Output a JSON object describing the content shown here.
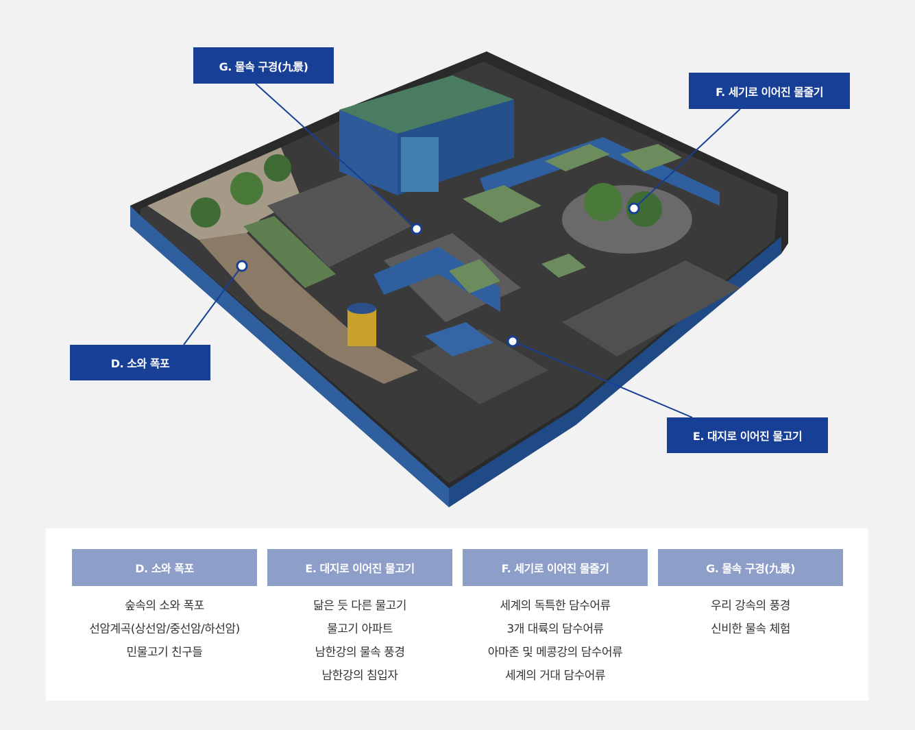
{
  "map": {
    "labels": {
      "g": "G. 물속 구경(九景)",
      "f": "F. 세기로 이어진 물줄기",
      "d": "D. 소와 폭포",
      "e": "E. 대지로 이어진 물고기"
    }
  },
  "colors": {
    "label_bg": "#173f96",
    "header_bg": "#8d9fc9",
    "page_bg": "#f2f2f2"
  },
  "sections": [
    {
      "title": "D. 소와 폭포",
      "items": [
        "숲속의 소와 폭포",
        "선암계곡(상선암/중선암/하선암)",
        "민물고기 친구들"
      ]
    },
    {
      "title": "E. 대지로 이어진 물고기",
      "items": [
        "닮은 듯 다른 물고기",
        "물고기 아파트",
        "남한강의 물속 풍경",
        "남한강의 침입자"
      ]
    },
    {
      "title": "F. 세기로 이어진 물줄기",
      "items": [
        "세계의 독특한 담수어류",
        "3개 대륙의 담수어류",
        "아마존 및 메콩강의 담수어류",
        "세계의 거대 담수어류"
      ]
    },
    {
      "title": "G. 물속 구경(九景)",
      "items": [
        "우리 강속의 풍경",
        "신비한 물속 체험"
      ]
    }
  ]
}
